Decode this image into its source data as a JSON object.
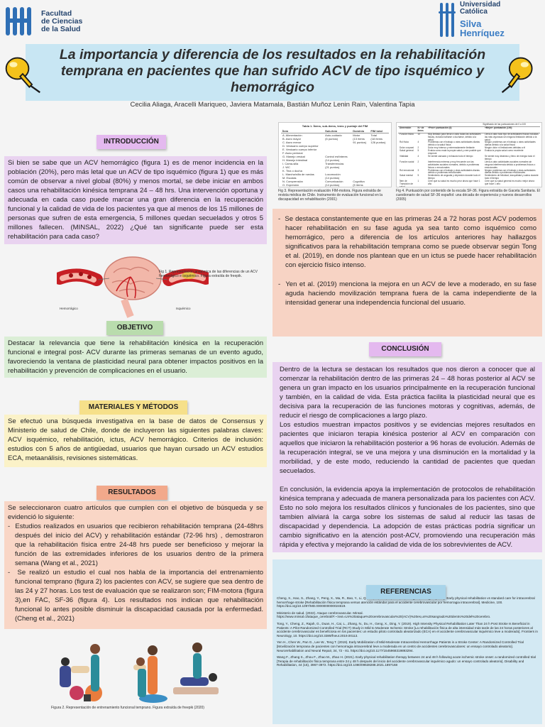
{
  "header": {
    "left_logo_lines": [
      "Facultad",
      "de Ciencias",
      "de la Salud"
    ],
    "right_logo_lines": [
      "Universidad",
      "Católica"
    ],
    "right_logo_brand": [
      "Silva",
      "Henríquez"
    ]
  },
  "title": "La importancia y diferencia de los resultados en la rehabilitación temprana en pacientes que han sufrido ACV de tipo isquémico y hemorrágico",
  "authors": "Cecilia Aliaga, Aracelli Mariqueo, Javiera Matamala, Bastián Muñoz Lenin Rain, Valentina Tapia",
  "intro": {
    "label": "INTRODUCCIÓN",
    "text": "Si bien se sabe que un ACV hemorrágico (figura 1) es de menor incidencia en la población (20%), pero más letal que un ACV de tipo isquémico (figura 1) que es más común de observar a nivel global (80%) y menos mortal, se debe iniciar en ambos casos una rehabilitación kinésica temprana 24 – 48 hrs. Una intervención oportuna y adecuada en cada caso puede marcar una gran diferencia en la recuperación funcional y la calidad de vida de los pacientes ya que al menos de los 15 millones de personas que sufren de esta emergencia, 5 millones quedan secuelados y otros 5 millones fallecen. (MINSAL, 2022) ¿Qué tan significante puede ser esta rehabilitación para cada caso?",
    "fig_labels": [
      "Hemorrágico",
      "Isquémico"
    ],
    "fig_caption": "Fig 1. Representación anatómica de las diferencias de un ACV hemorrágico e isquémico. Figura extraída de freepik."
  },
  "objective": {
    "label": "OBJETIVO",
    "text": "Destacar la relevancia que tiene la rehabilitación kinésica en la recuperación funcional e integral post- ACV durante las primeras semanas de un evento agudo, favoreciendo la ventana de plasticidad neural para obtener impactos positivos en la rehabilitación y prevención de complicaciones en el usuario."
  },
  "methods": {
    "label": "MATERIALES Y MÉTODOS",
    "text": "Se efectuó una búsqueda investigativa en la base de datos de Consensus y Ministerio de salud de Chile, donde de incluyeron las siguientes palabras claves: ACV isquémico, rehabilitación, ictus, ACV hemorrágico. Criterios de inclusión: estudios con 5 años de antigüedad, usuarios que hayan cursado un ACV estudios ECA, metaanálisis, revisiones sistemáticas."
  },
  "results": {
    "label": "RESULTADOS",
    "intro": "Se seleccionaron cuatro artículos que cumplen con el objetivo de búsqueda y se evidenció lo siguiente:",
    "bullets": [
      "Estudios realizados en usuarios que recibieron rehabilitación temprana (24-48hrs después del inicio del ACV) y rehabilitación estándar (72-96 hrs) , demostraron que la rehabilitación física entre 24-48 hrs puede ser beneficioso y mejorar la función de las extremidades inferiores de los usuarios dentro de la primera semana (Wang et al., 2021)",
      "Se realizó un estudio el cual nos habla de la importancia del entrenamiento funcional temprano (figura 2) los pacientes con ACV, se sugiere que sea dentro de las 24 y 27 horas. Los test de evaluación que se realizaron son; FIM-motora (figura 3),en FAC, SF-36 (figura 4). Los resultados nos indican que rehabilitación funcional lo antes posible disminuir la discapacidad causada por la enfermedad. (Cheng et al., 2021)"
    ],
    "fig2_caption": "Figura 2. Representación de entrenamiento funcional temprano. Figura extraída de freepik (2020)"
  },
  "fig3": {
    "table_title": "Tabla 1. Ítems, sub-ítems, tems y puntaje del FIM",
    "headers": [
      "Ítem",
      "Sub-ítem",
      "Dominio",
      "FIM total"
    ],
    "rows": [
      [
        "A. Alimentación",
        "Auto-cuidado",
        "Motor",
        "Total"
      ],
      [
        "B. Aseo mayor",
        "(6 puntos)",
        "(13 ítems",
        "(18 ítems"
      ],
      [
        "C. Aseo menor",
        "",
        "91 puntos)",
        "126 puntos)"
      ],
      [
        "D. Vestuario cuerpo superior",
        "",
        "",
        ""
      ],
      [
        "E. Vestuario cuerpo inferior",
        "",
        "",
        ""
      ],
      [
        "F. Aseo perineal",
        "",
        "",
        ""
      ],
      [
        "G. Manejo vesical",
        "Control esfínteres",
        "",
        ""
      ],
      [
        "H. Manejo intestinal",
        "(14 puntos)",
        "",
        ""
      ],
      [
        "I. Cama-silla",
        "Transferencias",
        "",
        ""
      ],
      [
        "J. WC",
        "(21 puntos)",
        "",
        ""
      ],
      [
        "K. Tina o ducha",
        "",
        "",
        ""
      ],
      [
        "L. Marcha/silla de ruedas",
        "Locomoción",
        "",
        ""
      ],
      [
        "M. Escalas",
        "(14 puntos)",
        "",
        ""
      ],
      [
        "N. Comprensión",
        "Comunicación",
        "Cognitivo",
        ""
      ],
      [
        "O. Expresión",
        "(14 puntos)",
        "(5 ítems",
        ""
      ],
      [
        "P. Interacción social",
        "Cognición social",
        "35 puntos)",
        ""
      ],
      [
        "Q. Solución de problemas",
        "(21 puntos)",
        "",
        ""
      ],
      [
        "R. Memoria",
        "",
        "",
        ""
      ]
    ],
    "caption": "Fig 3. Representación evaluación FIM-motora. Figura extraída de revista médica de Chile. Instrumento de evaluación funcional en la discapacidad en rehabilitación (2001)"
  },
  "fig4": {
    "top_header": "Significado de las puntuaciones de 0 a 100",
    "headers": [
      "Dimensión",
      "N.º de ítems",
      "«Peor» puntuación (0)",
      "«Mejor» puntuación (100)"
    ],
    "rows": [
      [
        "Función física",
        "10",
        "Muy limitado para llevar a cabo todas las actividades físicas, incluido bañarse o ducharse, debido a la salud",
        "Lleva a cabo todo tipo de actividades físicas incluidas las más vigorosas sin ninguna limitación debido a la salud"
      ],
      [
        "Rol físico",
        "4",
        "Problemas con el trabajo u otras actividades diarias debido a la salud física",
        "Ningún problema con el trabajo u otras actividades diarias debido a la salud física"
      ],
      [
        "Dolor corporal",
        "2",
        "Dolor muy intenso y extremadamente limitante",
        "Ningún dolor ni limitaciones debidas a él"
      ],
      [
        "Salud general",
        "5",
        "Evalúa como mala la propia salud y cree posible que empeore",
        "Evalúa la propia salud como excelente"
      ],
      [
        "Vitalidad",
        "4",
        "Se siente cansado y exhausto todo el tiempo",
        "Se siente muy dinámico y lleno de energía todo el tiempo"
      ],
      [
        "Función social",
        "2",
        "Interferencia extrema y muy frecuente con las actividades sociales normales, debido a problemas físicos o emocionales",
        "Lleva a cabo actividades sociales normales sin ninguna interferencia debido a problemas físicos o emocionales"
      ],
      [
        "Rol emocional",
        "3",
        "Problemas con el trabajo y otras actividades diarias debido a problemas emocionales",
        "Ningún problema con el trabajo y otras actividades diarias debido a problemas emocionales"
      ],
      [
        "Salud mental",
        "5",
        "Sentimiento de angustia y depresión durante todo el tiempo",
        "Sentimiento de felicidad, tranquilidad y calma durante todo el tiempo"
      ],
      [
        "Ítem de Transición de salud",
        "1",
        "Cree que su salud es mucho peor ahora que hace 1 año",
        "Cree que su salud general es mucho mejor ahora que hace 1 año"
      ]
    ],
    "caption": "Fig 4. Puntuación por contenido de la escala SF-36. Figura extraída de Gaceta Sanitaria. El cuestionario de salud SF-36 español: una década de experiencia y nuevos desarrollos (2005)"
  },
  "discussion": {
    "bullets": [
      "Se destaca constantemente que en las primeras 24 a 72 horas post ACV podemos hacer rehabilitación en su fase aguda ya sea tanto como isquémico como hemorrágico, pero a diferencia de los artículos anteriores hay hallazgos significativos para la rehabilitación temprana como se puede observar según Tong et al. (2019), en donde nos plantean que en un ictus se puede hacer rehabilitación con ejercicio físico intenso.",
      "Yen et al. (2019) menciona la mejora en un ACV de leve a moderado, en su fase aguda haciendo movilización temprana fuera de la cama independiente de la intensidad generar una independencia funcional del usuario."
    ]
  },
  "conclusion": {
    "label": "CONCLUSIÓN",
    "paragraphs": [
      "Dentro de la lectura se destacan los resultados que nos dieron a conocer que al comenzar la rehabilitación dentro de las primeras 24 – 48 horas posterior al ACV se genera un gran impacto en los usuarios principalmente en la recuperación funcional y también, en la calidad de vida. Esta práctica facilita la plasticidad neural que es decisiva para la recuperación de las funciones motoras y cognitivas, además, de reducir el riesgo de complicaciones a largo plazo.",
      "Los estudios muestran impactos positivos y se evidencias mejores resultados en pacientes que iniciaron terapia kinésica posterior al ACV en comparación con aquellos que iniciaron la rehabilitación posterior a 96 horas de evolución. Además de la recuperación integral, se ve una mejora y una disminución en la mortalidad y la morbilidad, y de este modo, reduciendo la cantidad de pacientes que quedan secuelados.",
      "En conclusión, la evidencia apoya la implementación de protocolos de rehabilitación kinésica temprana y adecuada de manera personalizada para los pacientes con ACV. Esto no solo mejora los resultados clínicos y funcionales de los pacientes, sino que tambien aliviará la carga sobre los sistemas de salud al reducir las tasas de discapacidad y dependencia. La adopción de estas prácticas podría significar un cambio significativo en la atención post-ACV, promoviendo una recuperación más rápida y efectiva y mejorando la calidad de vida de los sobrevivientes de ACV."
    ]
  },
  "references": {
    "label": "REFERENCIAS",
    "items": [
      "Cheng, X., Hao, S., Zhang, Y., Peng, X., Ma, R., Bao, Y., Li, Q., Liu, M., Sun, D., Wan, B., Wang, L., Zhang, F. (2021). Early physical rehabilitation vs standard care for intracerebral hemorrhage stroke [Rehabilitación física temprana versus atención estándar para el accidente cerebrovascular por hemorragia intracerebral]. Medicine, 100. https://doi.org/10.1097/MD.0000000000024619.",
      "Ministerio de salud. (2022). Ataque cerebrovascular. Minsal. https://www.minsal.cl/ataque_cerebral/#:~:text=Un%20ataque%20cerebrovascular%20(ACV)%20es,un%20sangrado%20dentro%20del%20cerebro.",
      "Tong, Y., Cheng, Z., Rajah, G., Duan, H., Cai, L., Zhang, N., Du, H., Geng, X., Ding, Y. (2019). High Intensity Physical Rehabilitation Later Than 24 h Post Stroke Is Beneficial in Patients: A Pilot Randomized Controlled Trial (RCT) Study in Mild to Moderate Ischemic Stroke [La rehabilitación física de alta intensidad más tarde de las 24 horas posteriores al accidente cerebrovascular es beneficiosa en los pacientes: un estudio piloto controlado aleatorizado (ECA) en el accidente cerebrovascular isquémico leve a moderado]. Frontiers in Neurology, 10. https://doi.org/10.3389/fneur.2019.00113.",
      "Yen H., Chen W., Pan G., Lee W., Teng T. (2019). Early Mobilization of Mild-Moderate Intracerebral Hemorrhage Patients in a Stroke Center: A Randomized Controlled Trial [Movilización temprana de pacientes con hemorragia intracerebral leve a moderada en un centro de accidentes cerebrovasculares: un ensayo controlado aleatorio]. Neurorehabilitation and Neural Repair, 34, 72 - 81. https://doi.org/10.1177/1545968319893294.",
      "Wang F., Zhang S., Zhou F., Zhao M., Zhao H. (2021). Early physical rehabilitation therapy between 24 and 48 h following acute ischemic stroke onset: a randomized controlled trial [Terapia de rehabilitación física temprana entre 24 y 48 h después del inicio del accidente cerebrovascular isquémico agudo: un ensayo controlado aleatorio]. Disability and Rehabilitation, 44 (15), 3967-3972. https://doi.org/10.1080/09638288.2021.1897168"
    ]
  },
  "colors": {
    "title_bg": "#c8e6f3",
    "intro_bg": "#e9d3f0",
    "objective_bg": "#dbeed6",
    "methods_bg": "#fbf2c8",
    "results_bg": "#f9d6c6",
    "reference_bg": "#d3e9f3",
    "brand_blue": "#2f6fb5"
  }
}
